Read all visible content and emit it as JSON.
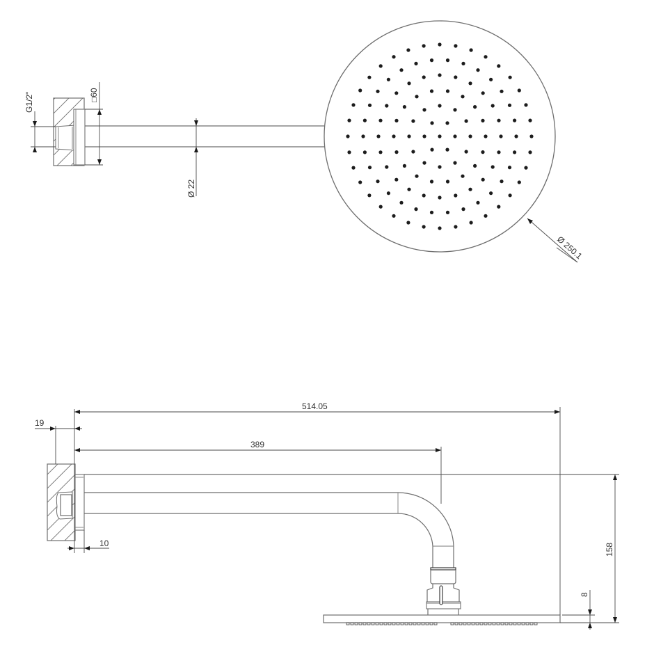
{
  "drawing": {
    "title": "Wall-mounted shower arm with round head — technical drawing",
    "units": "mm",
    "colors": {
      "line": "#6e6e6e",
      "dimension": "#4a4a4a",
      "nozzle": "#1c1c1c",
      "background": "#ffffff"
    }
  },
  "top_view": {
    "thread_label": "G1/2\"",
    "flange_label": "□60",
    "arm_diameter_label": "Ø 22",
    "head_diameter_label": "Ø 250.1",
    "nozzle_count_visible": 128
  },
  "side_view": {
    "overall_length_label": "514.05",
    "arm_length_label": "389",
    "wall_offset_label": "19",
    "flange_thickness_label": "10",
    "overall_height_label": "158",
    "head_thickness_label": "8"
  }
}
